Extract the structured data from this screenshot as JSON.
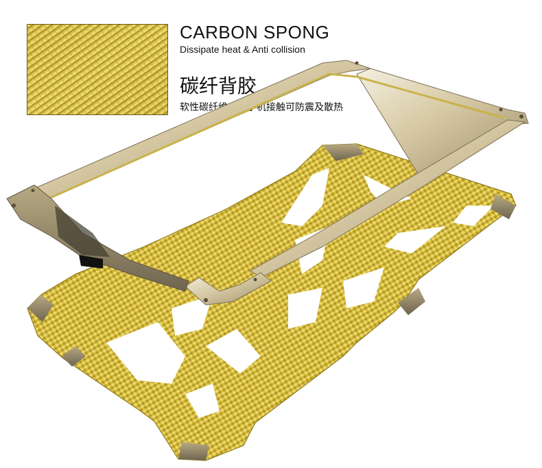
{
  "material": {
    "title_en": "CARBON SPONG",
    "subtitle_en": "Dissipate heat & Anti collision",
    "title_cn": "碳纤背胶",
    "subtitle_cn": "软性碳纤维，与手机接触可防震及散热"
  },
  "colors": {
    "carbon_gold": "#d9c24a",
    "carbon_dark": "#8f7a1c",
    "frame_metal": "#cdbf9a",
    "frame_shadow": "#6f6550",
    "text": "#111111"
  },
  "icons": {
    "carbon_swatch": "carbon-fiber-weave",
    "product": "metal-bumper-frame-with-carbon-backplate"
  }
}
